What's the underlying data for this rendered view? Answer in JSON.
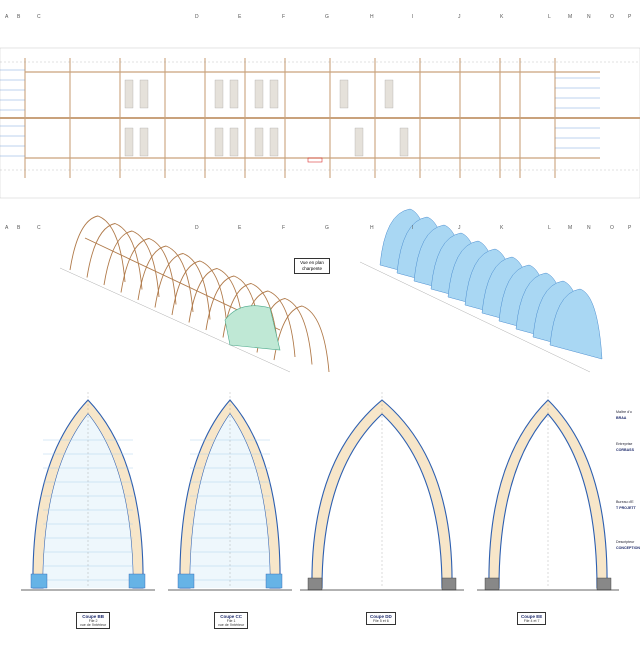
{
  "grid_letters": [
    "A",
    "B",
    "C",
    "D",
    "E",
    "F",
    "G",
    "H",
    "I",
    "J",
    "K",
    "L",
    "M",
    "N",
    "O",
    "P"
  ],
  "center_label": [
    "Vue en plan",
    "charpente"
  ],
  "sections": [
    {
      "title": "Coupe BB",
      "sub": "File 2",
      "sub2": "vue de l'intérieur"
    },
    {
      "title": "Coupe CC",
      "sub": "File 1",
      "sub2": "vue de l'intérieur"
    },
    {
      "title": "Coupe DD",
      "sub": "File 5 et 6",
      "sub2": ""
    },
    {
      "title": "Coupe EE",
      "sub": "File 4 et 7",
      "sub2": ""
    }
  ],
  "sidebar": {
    "lines": [
      "Maître d'o",
      "BRAA",
      "Entreprise",
      "CORBASS",
      "Bureau d'E",
      "T PROJETT",
      "Descripteur",
      "CONCEPTION"
    ]
  },
  "colors": {
    "timber": "#c9a27c",
    "glazing": "#9fd0ef",
    "arch_fill": "#f7e6c9",
    "steel": "#2d5fb0"
  }
}
